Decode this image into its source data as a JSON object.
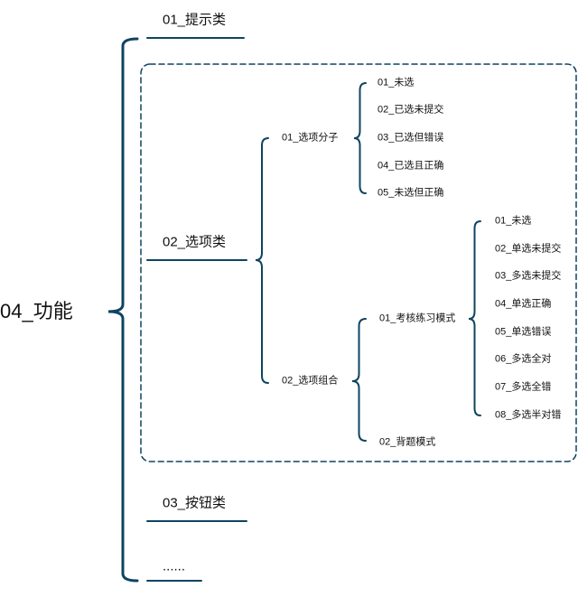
{
  "colors": {
    "line": "#0e4461",
    "text": "#111111"
  },
  "root": "04_功能",
  "level1": [
    "01_提示类",
    "02_选项类",
    "03_按钮类",
    "......"
  ],
  "option_class": {
    "children": [
      "01_选项分子",
      "02_选项组合"
    ],
    "option_molecule": [
      "01_未选",
      "02_已选未提交",
      "03_已选但错误",
      "04_已选且正确",
      "05_未选但正确"
    ],
    "option_combo": {
      "children": [
        "01_考核练习模式",
        "02_背题模式"
      ],
      "exam_practice_mode": [
        "01_未选",
        "02_单选未提交",
        "03_多选未提交",
        "04_单选正确",
        "05_单选错误",
        "06_多选全对",
        "07_多选全错",
        "08_多选半对错"
      ]
    }
  }
}
